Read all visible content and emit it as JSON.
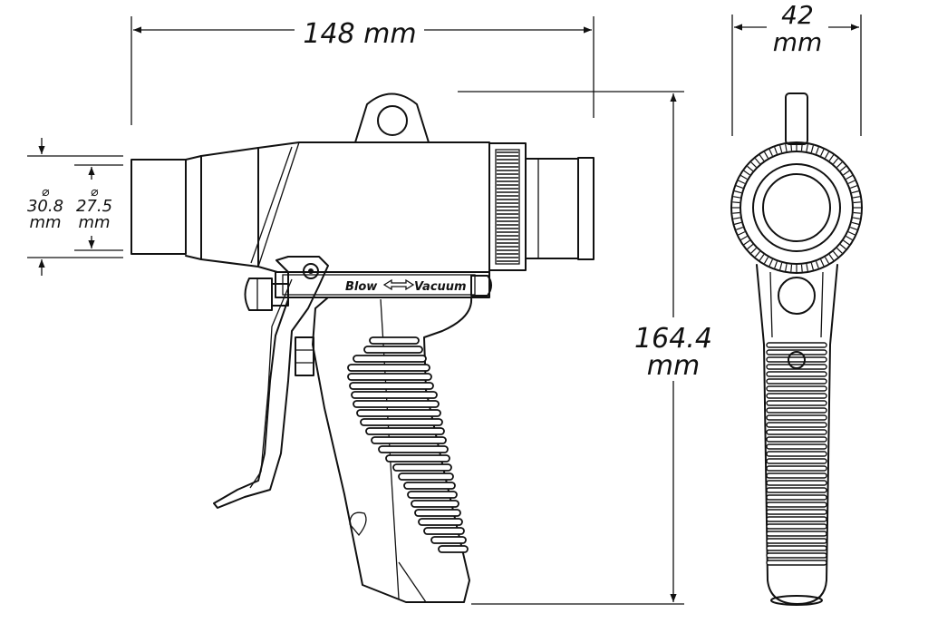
{
  "dimensions": {
    "length": "148 mm",
    "width_value": "42",
    "width_unit": "mm",
    "height_value": "164.4",
    "height_unit": "mm",
    "outer_symbol": "⌀",
    "outer_value": "30.8",
    "outer_unit": "mm",
    "inner_symbol": "⌀",
    "inner_value": "27.5",
    "inner_unit": "mm"
  },
  "labels": {
    "blow": "Blow",
    "vacuum": "Vacuum"
  }
}
